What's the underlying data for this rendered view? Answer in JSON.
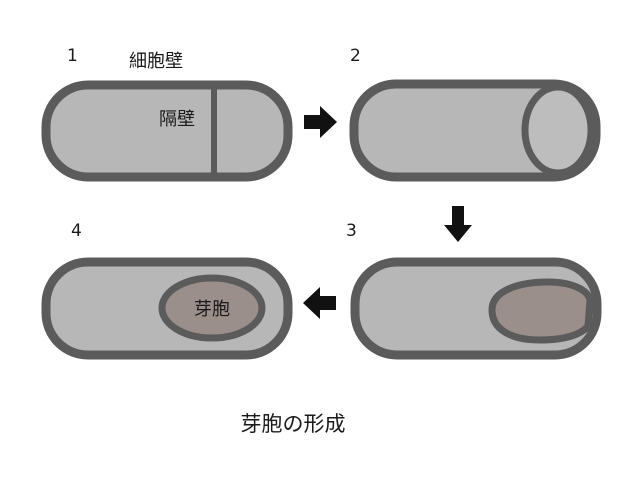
{
  "steps": [
    "1",
    "2",
    "3",
    "4"
  ],
  "labels": {
    "cell_wall": "細胞壁",
    "septum": "隔壁",
    "spore": "芽胞"
  },
  "caption": "芽胞の形成",
  "colors": {
    "cell_fill": "#b7b7b7",
    "cell_wall": "#5b5b5b",
    "spore_fill": "#9a8f8b",
    "forespore_fill": "#bdbdbd",
    "arrow": "#111111",
    "text": "#1a1a1a"
  }
}
